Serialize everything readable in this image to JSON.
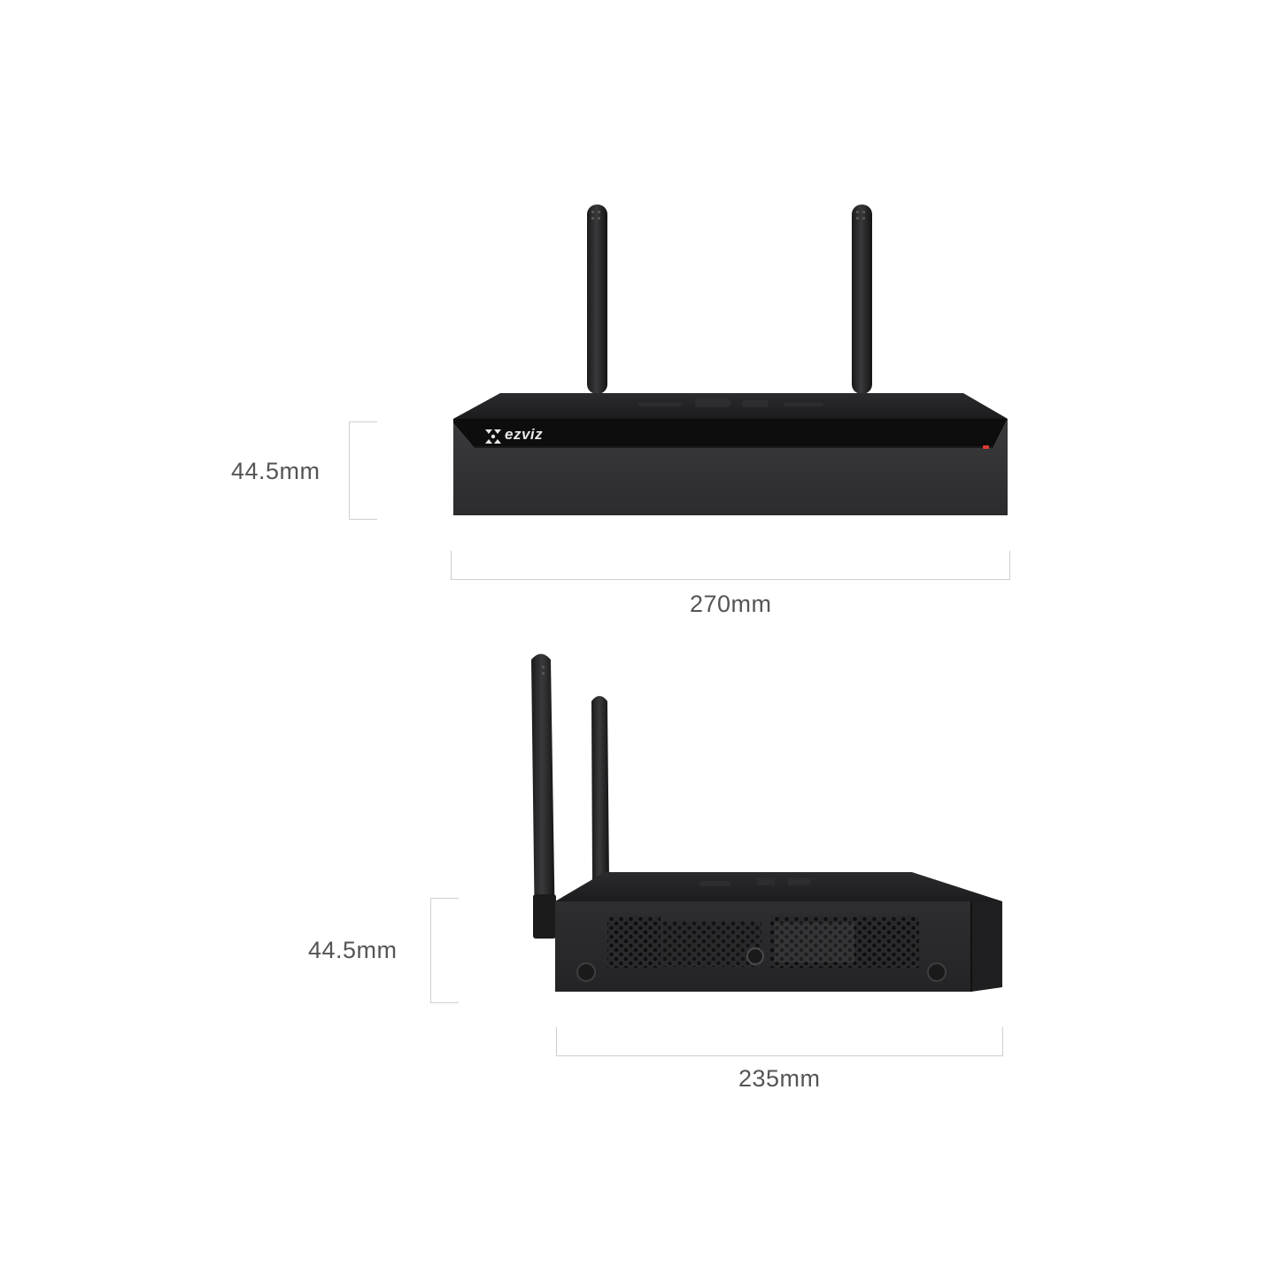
{
  "brand": {
    "logo_text": "ezviz"
  },
  "front_view": {
    "height_label": "44.5mm",
    "width_label": "270mm"
  },
  "side_view": {
    "height_label": "44.5mm",
    "width_label": "235mm"
  },
  "colors": {
    "device_body": "#2a2a2c",
    "device_top": "#1e1e20",
    "front_band": "#0d0d0e",
    "led_red": "#e03a2f",
    "dimension_line": "#cfcfcf",
    "label_text": "#555555"
  }
}
